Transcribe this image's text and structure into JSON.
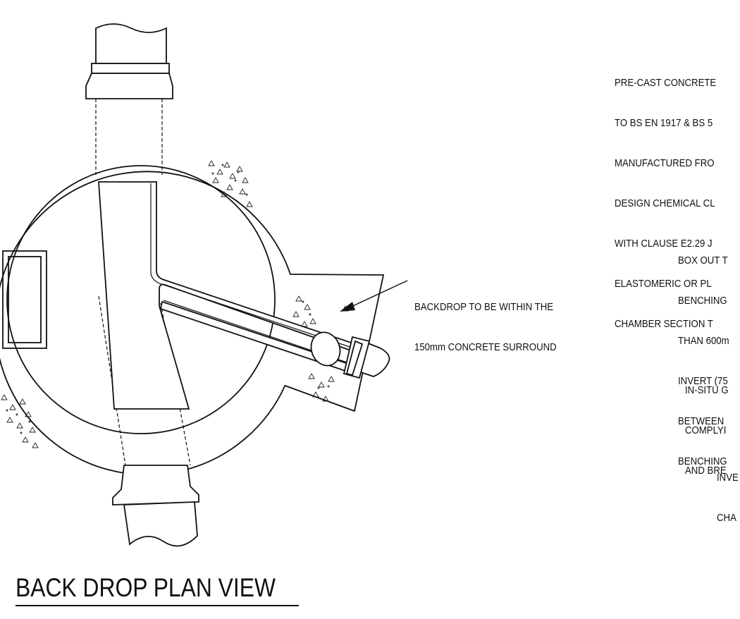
{
  "title": "BACK DROP PLAN VIEW",
  "notes": {
    "precast": [
      "PRE-CAST CONCRETE",
      "TO BS EN 1917 & BS 5",
      "MANUFACTURED FRO",
      "DESIGN CHEMICAL CL",
      "WITH CLAUSE E2.29 J",
      "ELASTOMERIC OR PL",
      "CHAMBER SECTION T"
    ],
    "backdrop": [
      "BACKDROP TO BE WITHIN THE",
      "150mm CONCRETE SURROUND"
    ],
    "boxout": [
      "BOX OUT T",
      "BENCHING",
      "THAN 600m",
      "INVERT (75",
      "BETWEEN",
      "BENCHING"
    ],
    "insitu": [
      "IN-SITU G",
      "COMPLYI",
      "AND BRE"
    ],
    "invert": [
      "INVE",
      "CHA"
    ]
  }
}
